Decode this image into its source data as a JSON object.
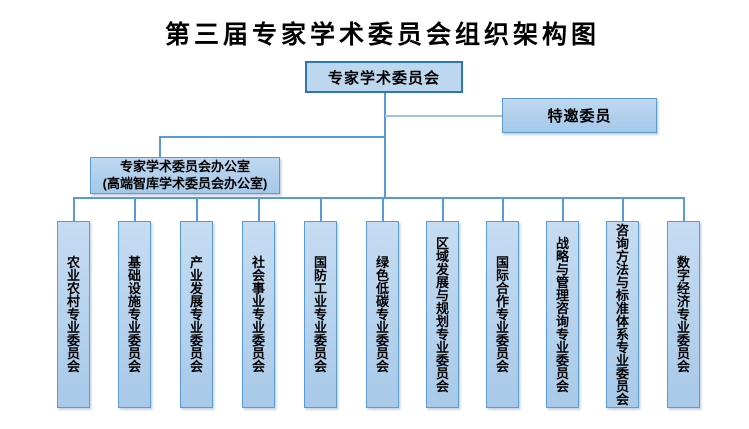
{
  "title": "第三届专家学术委员会组织架构图",
  "root": {
    "label": "专家学术委员会"
  },
  "invited": {
    "label": "特邀委员"
  },
  "office": {
    "line1": "专家学术委员会办公室",
    "line2": "(高端智库学术委员会办公室)"
  },
  "committees": [
    "农业农村专业委员会",
    "基础设施专业委员会",
    "产业发展专业委员会",
    "社会事业专业委员会",
    "国防工业专业委员会",
    "绿色低碳专业委员会",
    "区域发展与规划专业委员会",
    "国际合作专业委员会",
    "战略与管理咨询专业委员会",
    "咨询方法与标准体系专业委员会",
    "数字经济专业委员会"
  ],
  "colors": {
    "root_fill": "#BDD7EE",
    "root_border": "#2E75B6",
    "node_fill_top": "#C6DCF2",
    "node_fill_bottom": "#A8C9E9",
    "node_border": "#5B9BD5",
    "connector": "#5B9BD5",
    "connector_light": "#9DC3E6"
  }
}
